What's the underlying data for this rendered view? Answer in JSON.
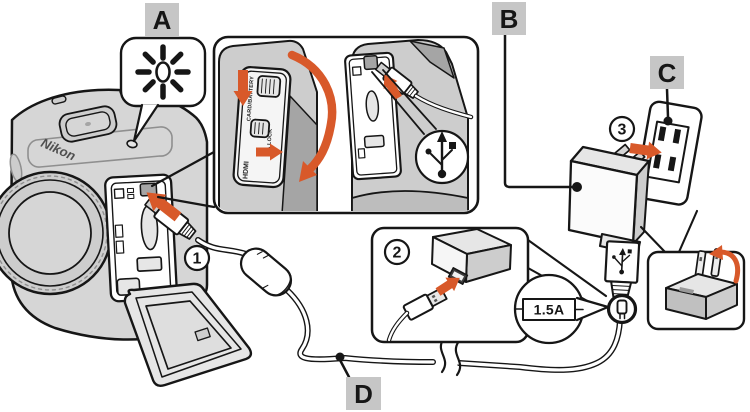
{
  "figure": {
    "type": "instruction-diagram",
    "subject": "Charging the camera: open the port cover, connect the USB cable, attach the charging AC adapter and plug it into a power outlet"
  },
  "colors": {
    "accent": "#d8592a",
    "label-bg": "#c6c6c6",
    "ink": "#161616",
    "body-gray": "#d6d6d6",
    "panel-gray": "#cdcdcd",
    "dark-gray": "#a5a5a5",
    "light-gray": "#e6e6e6",
    "white": "#ffffff"
  },
  "callouts": {
    "a": {
      "label": "A"
    },
    "b": {
      "label": "B"
    },
    "c": {
      "label": "C"
    },
    "d": {
      "label": "D"
    }
  },
  "steps": {
    "one": "1",
    "two": "2",
    "three": "3"
  },
  "camera": {
    "brand": "Nikon"
  },
  "door_markings": {
    "hdmi": "HDMI",
    "card_battery": "CARD/BATTERY",
    "lock": "▲LOCK"
  },
  "adapter": {
    "output_current": "1.5A"
  },
  "icons": {
    "blinking_lamp": "status-lamp-blinking",
    "usb": "usb-trident-symbol",
    "plug_orientation": "plug-orientation-mark"
  }
}
